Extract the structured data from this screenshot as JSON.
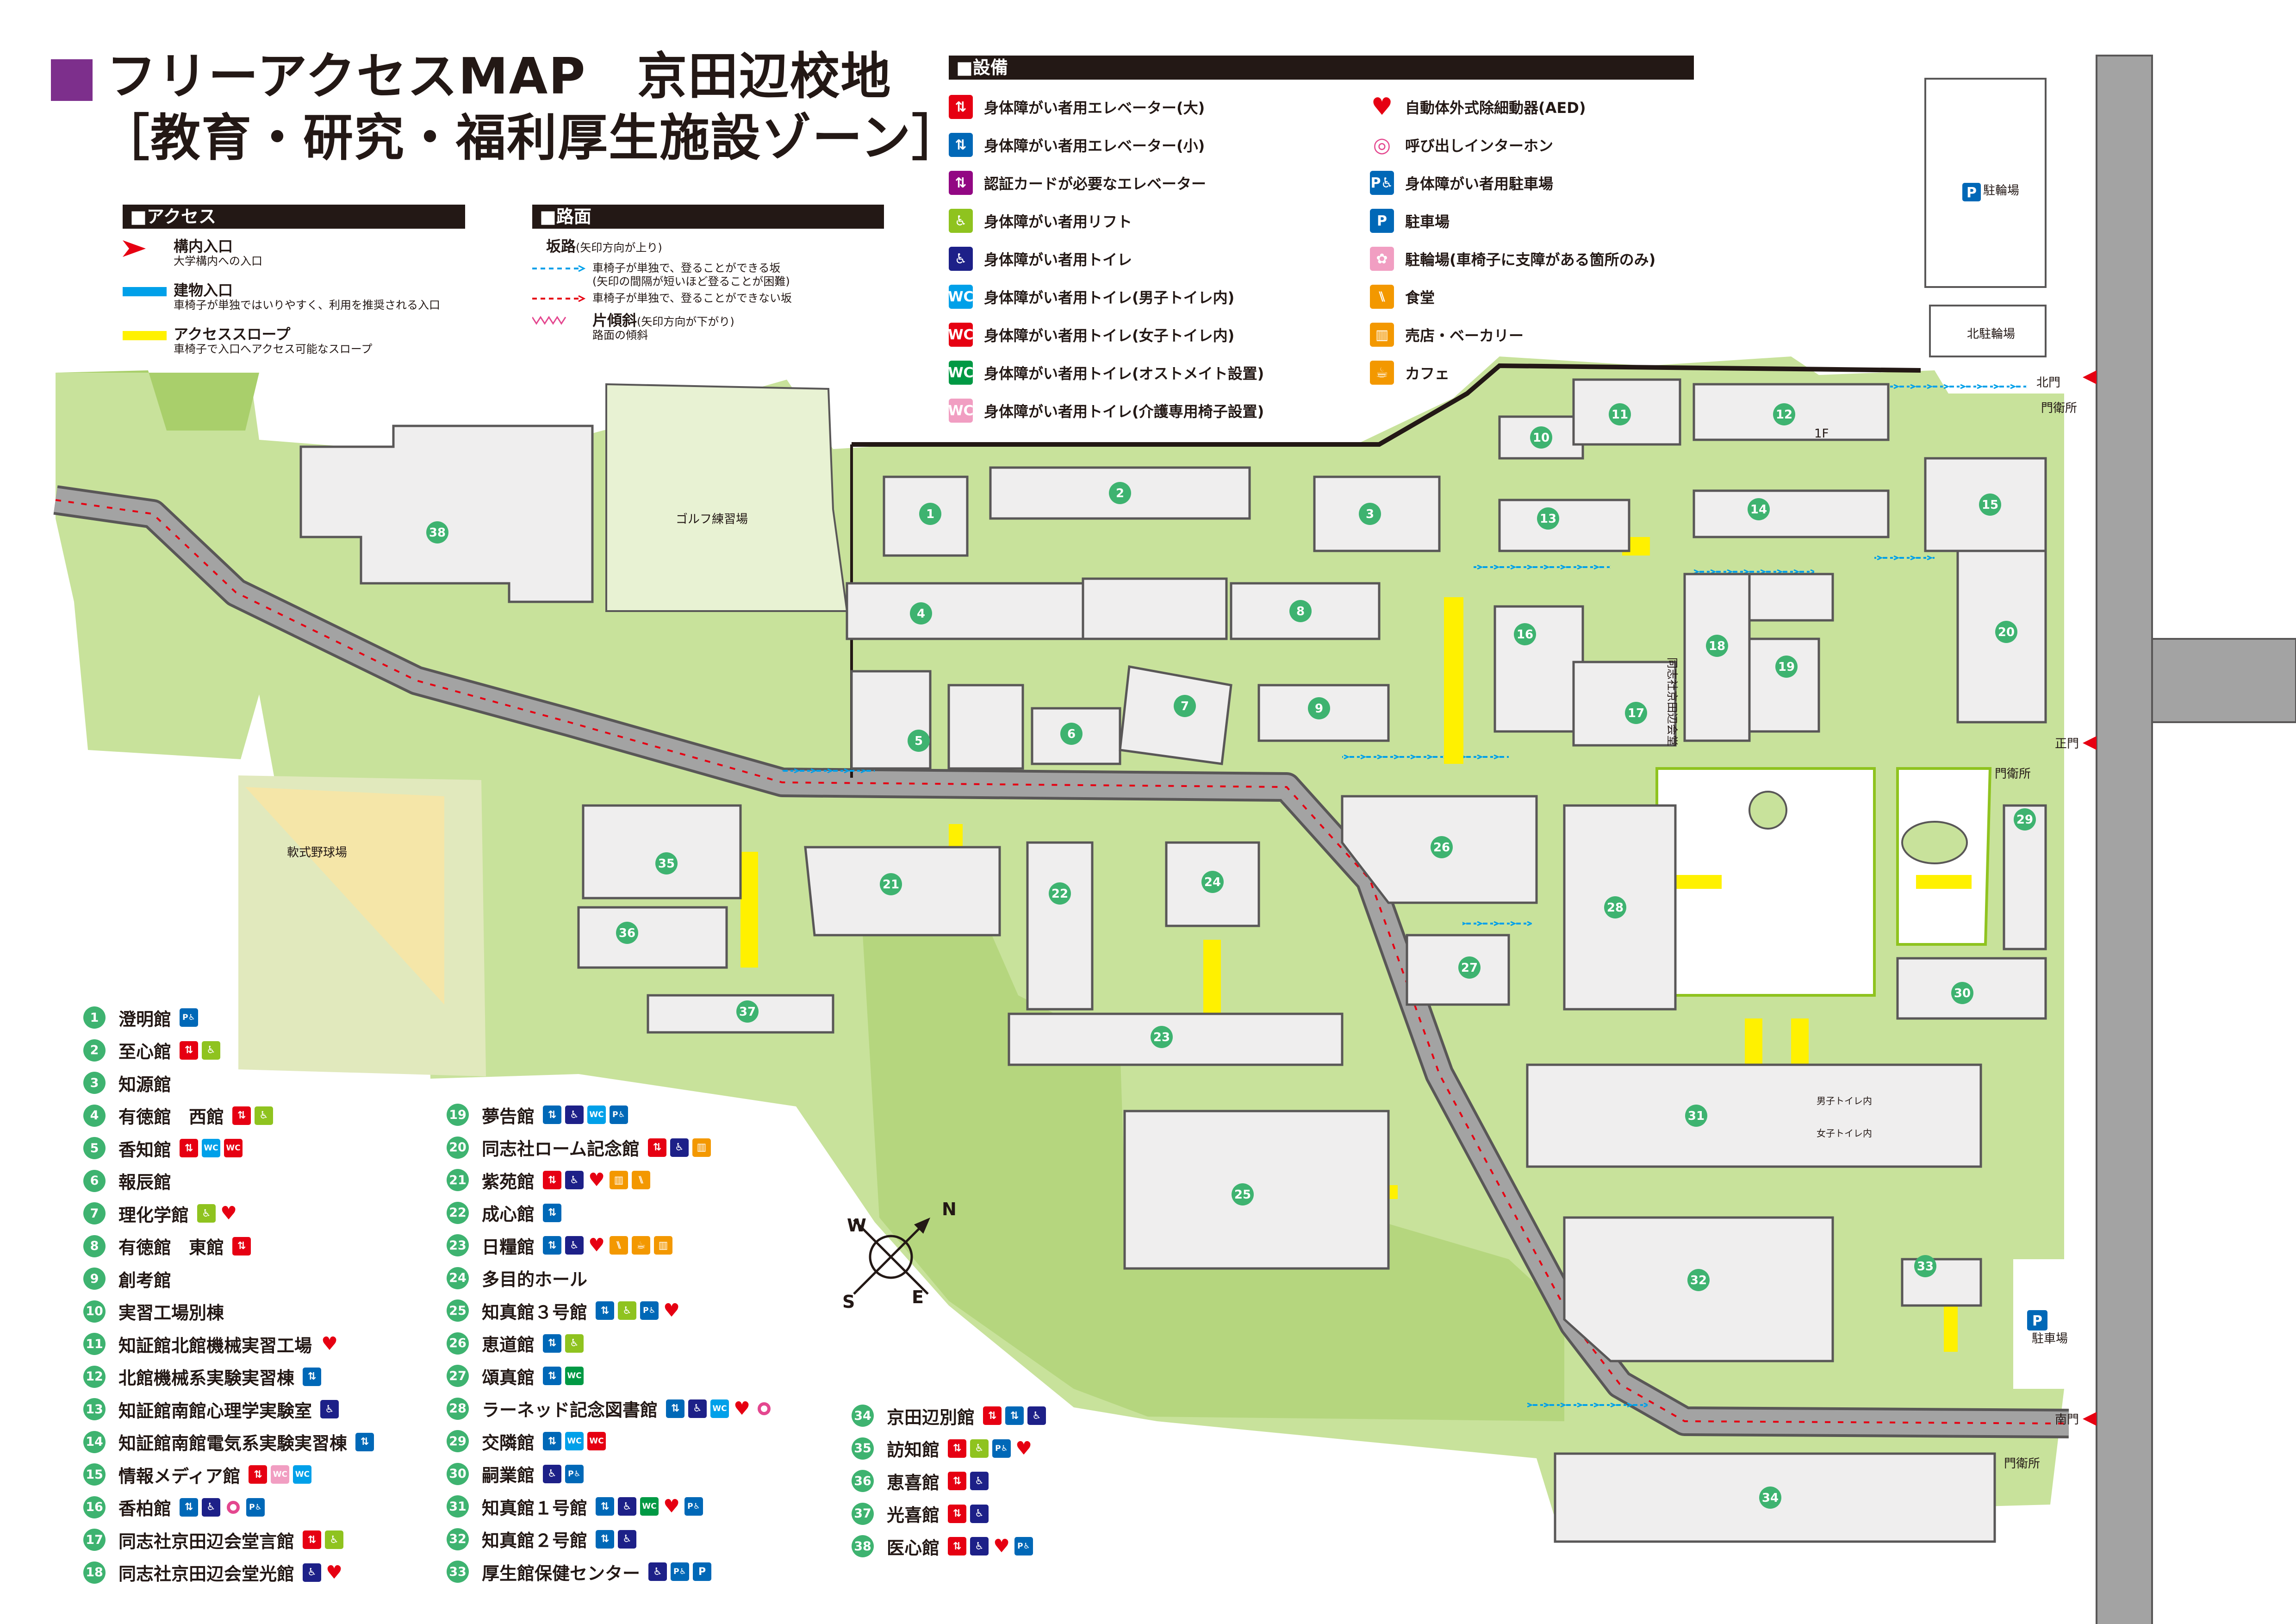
{
  "title": {
    "line1": "フリーアクセスMAP　京田辺校地",
    "line2": "［教育・研究・福利厚生施設ゾーン］"
  },
  "access_legend": {
    "header": "■アクセス",
    "items": [
      {
        "label": "構内入口",
        "sub": "大学構内への入口"
      },
      {
        "label": "建物入口",
        "sub": "車椅子が単独ではいりやすく、利用を推奨される入口"
      },
      {
        "label": "アクセススロープ",
        "sub": "車椅子で入口へアクセス可能なスロープ"
      }
    ]
  },
  "road_legend": {
    "header": "■路面",
    "slope_label": "坂路",
    "slope_note": "(矢印方向が上り)",
    "slope_blue": "車椅子が単独で、登ることができる坂",
    "slope_blue_note": "(矢印の間隔が短いほど登ることが困難)",
    "slope_red": "車椅子が単独で、登ることができない坂",
    "cant_label": "片傾斜",
    "cant_note": "(矢印方向が下がり)",
    "cant_sub": "路面の傾斜"
  },
  "facility_legend": {
    "header": "■設備",
    "left": [
      {
        "icon": "elevator-large-icon",
        "glyph": "⇅",
        "color": "#e60012",
        "label": "身体障がい者用エレベーター(大)"
      },
      {
        "icon": "elevator-small-icon",
        "glyph": "⇅",
        "color": "#0068b7",
        "label": "身体障がい者用エレベーター(小)"
      },
      {
        "icon": "card-elevator-icon",
        "glyph": "⇅",
        "color": "#920783",
        "label": "認証カードが必要なエレベーター"
      },
      {
        "icon": "lift-icon",
        "glyph": "♿",
        "color": "#8fc31f",
        "label": "身体障がい者用リフト"
      },
      {
        "icon": "toilet-icon",
        "glyph": "♿",
        "color": "#1d2088",
        "label": "身体障がい者用トイレ"
      },
      {
        "icon": "toilet-male-icon",
        "glyph": "WC",
        "color": "#00a0e9",
        "label": "身体障がい者用トイレ(男子トイレ内)"
      },
      {
        "icon": "toilet-female-icon",
        "glyph": "WC",
        "color": "#e60012",
        "label": "身体障がい者用トイレ(女子トイレ内)"
      },
      {
        "icon": "toilet-ostomate-icon",
        "glyph": "WC",
        "color": "#009944",
        "label": "身体障がい者用トイレ(オストメイト設置)"
      },
      {
        "icon": "toilet-care-icon",
        "glyph": "WC",
        "color": "#f19ec2",
        "label": "身体障がい者用トイレ(介護専用椅子設置)"
      }
    ],
    "right": [
      {
        "icon": "aed-heart-icon",
        "glyph": "♥",
        "color": "#e60012",
        "label": "自動体外式除細動器(AED)"
      },
      {
        "icon": "intercom-icon",
        "glyph": "◎",
        "color": "#e4478f",
        "label": "呼び出しインターホン"
      },
      {
        "icon": "accessible-parking-icon",
        "glyph": "P♿",
        "color": "#0068b7",
        "label": "身体障がい者用駐車場"
      },
      {
        "icon": "parking-icon",
        "glyph": "P",
        "color": "#0068b7",
        "label": "駐車場"
      },
      {
        "icon": "bicycle-parking-icon",
        "glyph": "✿",
        "color": "#f19ec2",
        "label": "駐輪場(車椅子に支障がある箇所のみ)"
      },
      {
        "icon": "cafeteria-icon",
        "glyph": "⑊",
        "color": "#f39800",
        "label": "食堂"
      },
      {
        "icon": "shop-icon",
        "glyph": "▥",
        "color": "#f39800",
        "label": "売店・ベーカリー"
      },
      {
        "icon": "cafe-icon",
        "glyph": "☕",
        "color": "#f39800",
        "label": "カフェ"
      }
    ]
  },
  "map_labels": {
    "golf": "ゴルフ練習場",
    "softball": "軟式野球場",
    "bike_north": "北駐輪場",
    "bike": "駐輪場",
    "parking": "駐車場",
    "north_gate": "北門",
    "main_gate": "正門",
    "south_gate": "南門",
    "guard_north": "門衛所",
    "guard_main": "門衛所",
    "guard_south": "門衛所",
    "hall_vertical": "同志社京田辺会堂",
    "b12_floor": "1F",
    "b31_male": "男子トイレ内",
    "b31_female": "女子トイレ内"
  },
  "compass": {
    "n": "N",
    "e": "E",
    "s": "S",
    "w": "W"
  },
  "buildings_left": [
    {
      "num": "1",
      "name": "澄明館",
      "icons": [
        "P♿"
      ]
    },
    {
      "num": "2",
      "name": "至心館",
      "icons": [
        "EL",
        "LIFT"
      ]
    },
    {
      "num": "3",
      "name": "知源館",
      "icons": []
    },
    {
      "num": "4",
      "name": "有徳館　西館",
      "icons": [
        "EL",
        "LIFT"
      ]
    },
    {
      "num": "5",
      "name": "香知館",
      "icons": [
        "EL",
        "WCM",
        "WCF"
      ]
    },
    {
      "num": "6",
      "name": "報辰館",
      "icons": []
    },
    {
      "num": "7",
      "name": "理化学館",
      "icons": [
        "LIFT",
        "AED"
      ]
    },
    {
      "num": "8",
      "name": "有徳館　東館",
      "icons": [
        "EL"
      ]
    },
    {
      "num": "9",
      "name": "創考館",
      "icons": []
    },
    {
      "num": "10",
      "name": "実習工場別棟",
      "icons": []
    },
    {
      "num": "11",
      "name": "知証館北館機械実習工場",
      "icons": [
        "AED"
      ]
    },
    {
      "num": "12",
      "name": "北館機械系実験実習棟",
      "icons": [
        "ELS"
      ]
    },
    {
      "num": "13",
      "name": "知証館南館心理学実験室",
      "icons": [
        "WC"
      ]
    },
    {
      "num": "14",
      "name": "知証館南館電気系実験実習棟",
      "icons": [
        "ELS"
      ]
    },
    {
      "num": "15",
      "name": "情報メディア館",
      "icons": [
        "EL",
        "WCC",
        "WCM"
      ]
    },
    {
      "num": "16",
      "name": "香柏館",
      "icons": [
        "ELS",
        "WC",
        "RING",
        "P♿"
      ]
    },
    {
      "num": "17",
      "name": "同志社京田辺会堂言館",
      "icons": [
        "EL",
        "LIFT"
      ]
    },
    {
      "num": "18",
      "name": "同志社京田辺会堂光館",
      "icons": [
        "WC",
        "AED"
      ]
    }
  ],
  "buildings_mid": [
    {
      "num": "19",
      "name": "夢告館",
      "icons": [
        "ELS",
        "WC",
        "WCM",
        "P♿"
      ]
    },
    {
      "num": "20",
      "name": "同志社ローム記念館",
      "icons": [
        "EL",
        "WC",
        "SHOP"
      ]
    },
    {
      "num": "21",
      "name": "紫苑館",
      "icons": [
        "EL",
        "WC",
        "AED",
        "SHOP",
        "FOOD"
      ]
    },
    {
      "num": "22",
      "name": "成心館",
      "icons": [
        "ELS"
      ]
    },
    {
      "num": "23",
      "name": "日糧館",
      "icons": [
        "ELS",
        "WC",
        "AED",
        "FOOD",
        "CAFE",
        "SHOP"
      ]
    },
    {
      "num": "24",
      "name": "多目的ホール",
      "icons": []
    },
    {
      "num": "25",
      "name": "知真館３号館",
      "icons": [
        "ELS",
        "LIFT",
        "P♿",
        "AED"
      ]
    },
    {
      "num": "26",
      "name": "恵道館",
      "icons": [
        "ELS",
        "LIFT"
      ]
    },
    {
      "num": "27",
      "name": "頌真館",
      "icons": [
        "ELS",
        "WCO"
      ]
    },
    {
      "num": "28",
      "name": "ラーネッド記念図書館",
      "icons": [
        "ELS",
        "WC",
        "WCM",
        "AED",
        "RING"
      ]
    },
    {
      "num": "29",
      "name": "交隣館",
      "icons": [
        "ELS",
        "WCM",
        "WCF"
      ]
    },
    {
      "num": "30",
      "name": "嗣業館",
      "icons": [
        "WC",
        "P♿"
      ]
    },
    {
      "num": "31",
      "name": "知真館１号館",
      "icons": [
        "ELS",
        "WC",
        "WCO",
        "AED",
        "P♿"
      ]
    },
    {
      "num": "32",
      "name": "知真館２号館",
      "icons": [
        "ELS",
        "WC"
      ]
    },
    {
      "num": "33",
      "name": "厚生館保健センター",
      "icons": [
        "WC",
        "P♿",
        "P"
      ]
    }
  ],
  "buildings_right": [
    {
      "num": "34",
      "name": "京田辺別館",
      "icons": [
        "EL",
        "ELS",
        "WC"
      ]
    },
    {
      "num": "35",
      "name": "訪知館",
      "icons": [
        "EL",
        "LIFT",
        "P♿",
        "AED"
      ]
    },
    {
      "num": "36",
      "name": "恵喜館",
      "icons": [
        "EL",
        "WC"
      ]
    },
    {
      "num": "37",
      "name": "光喜館",
      "icons": [
        "EL",
        "WC"
      ]
    },
    {
      "num": "38",
      "name": "医心館",
      "icons": [
        "EL",
        "WC",
        "AED",
        "P♿"
      ]
    }
  ],
  "colors": {
    "green": "#c8e29b",
    "green_dark": "#a9cf6b",
    "road": "#a3a3a3",
    "building": "#efeeee",
    "building_stroke": "#595757",
    "number_circle": "#3eb370",
    "title_mark": "#7d2f8c",
    "slope_yellow": "#fff100",
    "entrance_blue": "#00a0e9",
    "entry_red": "#e60012"
  }
}
